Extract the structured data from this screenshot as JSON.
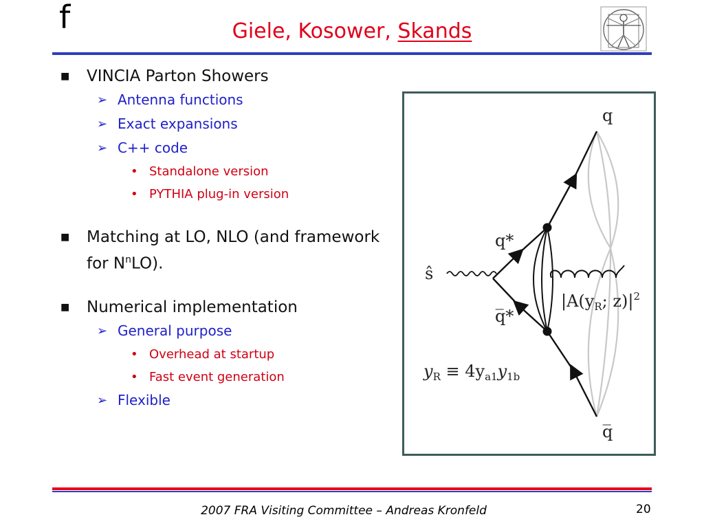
{
  "header": {
    "logo_letter": "f",
    "title_prefix": "Giele, Kosower, ",
    "title_underlined": "Skands",
    "emblem": "vitruvian-man-icon"
  },
  "content": {
    "sections": [
      {
        "text": "VINCIA Parton Showers",
        "items": [
          {
            "text": "Antenna functions",
            "items": []
          },
          {
            "text": "Exact expansions",
            "items": []
          },
          {
            "text": "C++ code",
            "items": [
              "Standalone version",
              "PYTHIA plug-in version"
            ]
          }
        ]
      },
      {
        "text_before": "Matching at LO, NLO (and framework for N",
        "superscript": "n",
        "text_after": "LO).",
        "items": []
      },
      {
        "text": "Numerical implementation",
        "items": [
          {
            "text": "General purpose",
            "items": [
              "Overhead at startup",
              "Fast event generation"
            ]
          },
          {
            "text": "Flexible",
            "items": []
          }
        ]
      }
    ]
  },
  "figure": {
    "labels": {
      "q": "q",
      "q_star": "q*",
      "s_hat": "ŝ",
      "qbar_star": "q̅*",
      "qbar": "q̅",
      "amplitude_prefix": "|A(y",
      "amplitude_sub": "R",
      "amplitude_suffix": "; z)|",
      "amplitude_sup": "2",
      "yr_y": "y",
      "yr_sub": "R",
      "yr_mid": " ≡ 4y",
      "yr_sub2": "a1",
      "yr_y2": "y",
      "yr_sub3": "1b"
    },
    "colors": {
      "lines": "#111111",
      "cut": "#c8c8c8",
      "border": "#3d5c57"
    }
  },
  "footer": {
    "text": "2007 FRA Visiting Committee – Andreas Kronfeld",
    "page_number": "20"
  },
  "colors": {
    "title": "#e0001a",
    "level2": "#2020c8",
    "level3": "#d00014",
    "rule_blue": "#2f3fb8",
    "rule_red": "#e8001a"
  }
}
